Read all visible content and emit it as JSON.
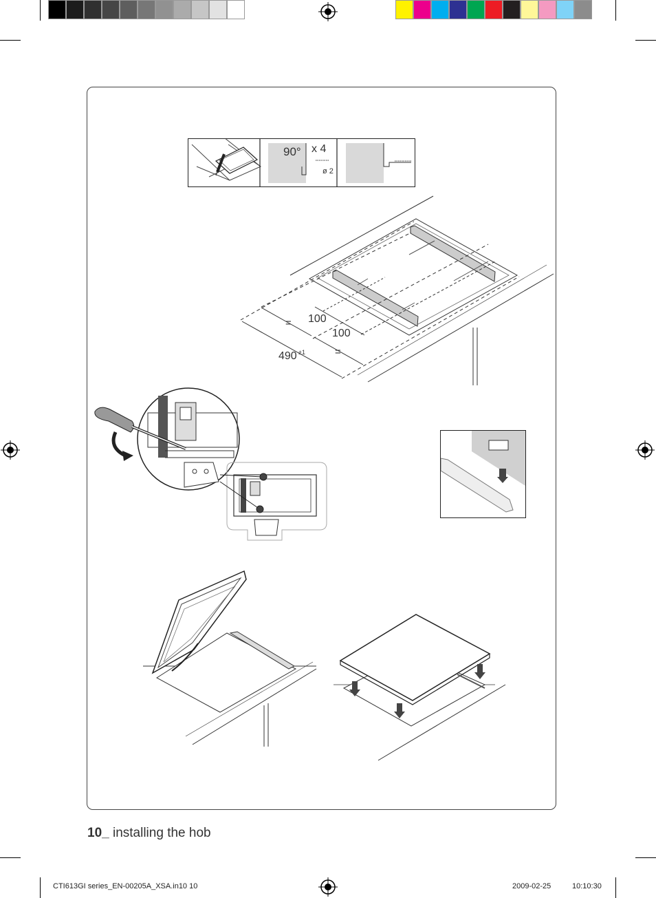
{
  "step_box": {
    "angle_label": "90°",
    "count_label": "x 4",
    "diameter_label": "ø 2"
  },
  "dimensions": {
    "equal_left": "=",
    "equal_right": "=",
    "spacing_1": "100",
    "spacing_2": "100",
    "width": "490",
    "tolerance": "±1"
  },
  "footer": {
    "page_number": "10_",
    "section_title": " installing the hob"
  },
  "slug": {
    "file_info": "CTI613GI series_EN-00205A_XSA.in10   10",
    "date": "2009-02-25",
    "time": "10:10:30"
  },
  "colors": {
    "grayscale_bar": [
      "#000000",
      "#1c1c1c",
      "#303030",
      "#464646",
      "#5e5e5e",
      "#777777",
      "#919191",
      "#ababab",
      "#c6c6c6",
      "#e2e2e2",
      "#ffffff"
    ],
    "process_bar": [
      "#fff200",
      "#ec008c",
      "#00aeef",
      "#2e3192",
      "#00a651",
      "#ed1c24",
      "#231f20",
      "#fff799",
      "#f49ac1",
      "#7fd3f7",
      "#8c8c8c"
    ]
  }
}
